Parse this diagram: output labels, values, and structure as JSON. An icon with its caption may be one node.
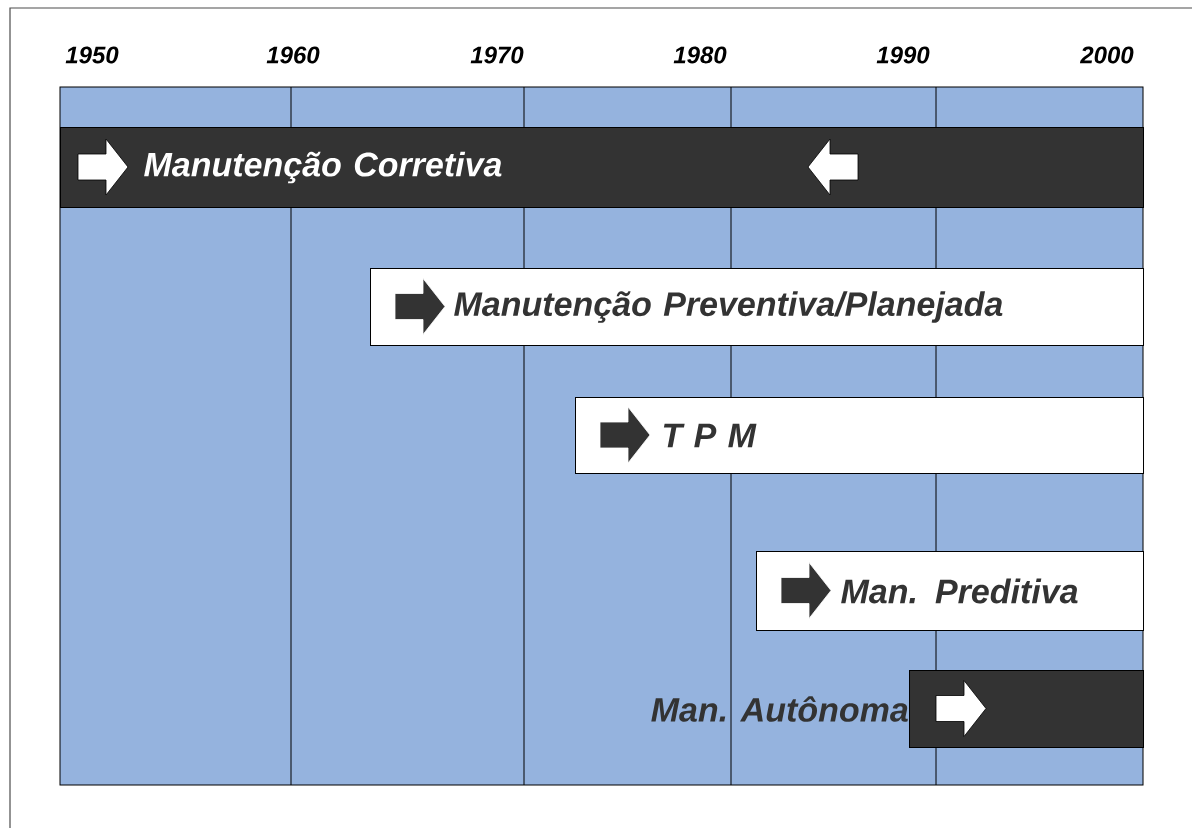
{
  "diagram": {
    "nodes": [
      {
        "text": [
          "Manutenção Corretiva"
        ]
      },
      {
        "text": [
          "Manutenção Preventiva/Planejada"
        ]
      },
      {
        "text": [
          "T P M"
        ]
      },
      {
        "text": [
          "Man. Preditiva"
        ]
      },
      {
        "text": [
          "Man. Autônoma"
        ]
      }
    ],
    "labels": [
      "1950",
      "1960",
      "1970",
      "1980",
      "1990",
      "2000"
    ]
  }
}
